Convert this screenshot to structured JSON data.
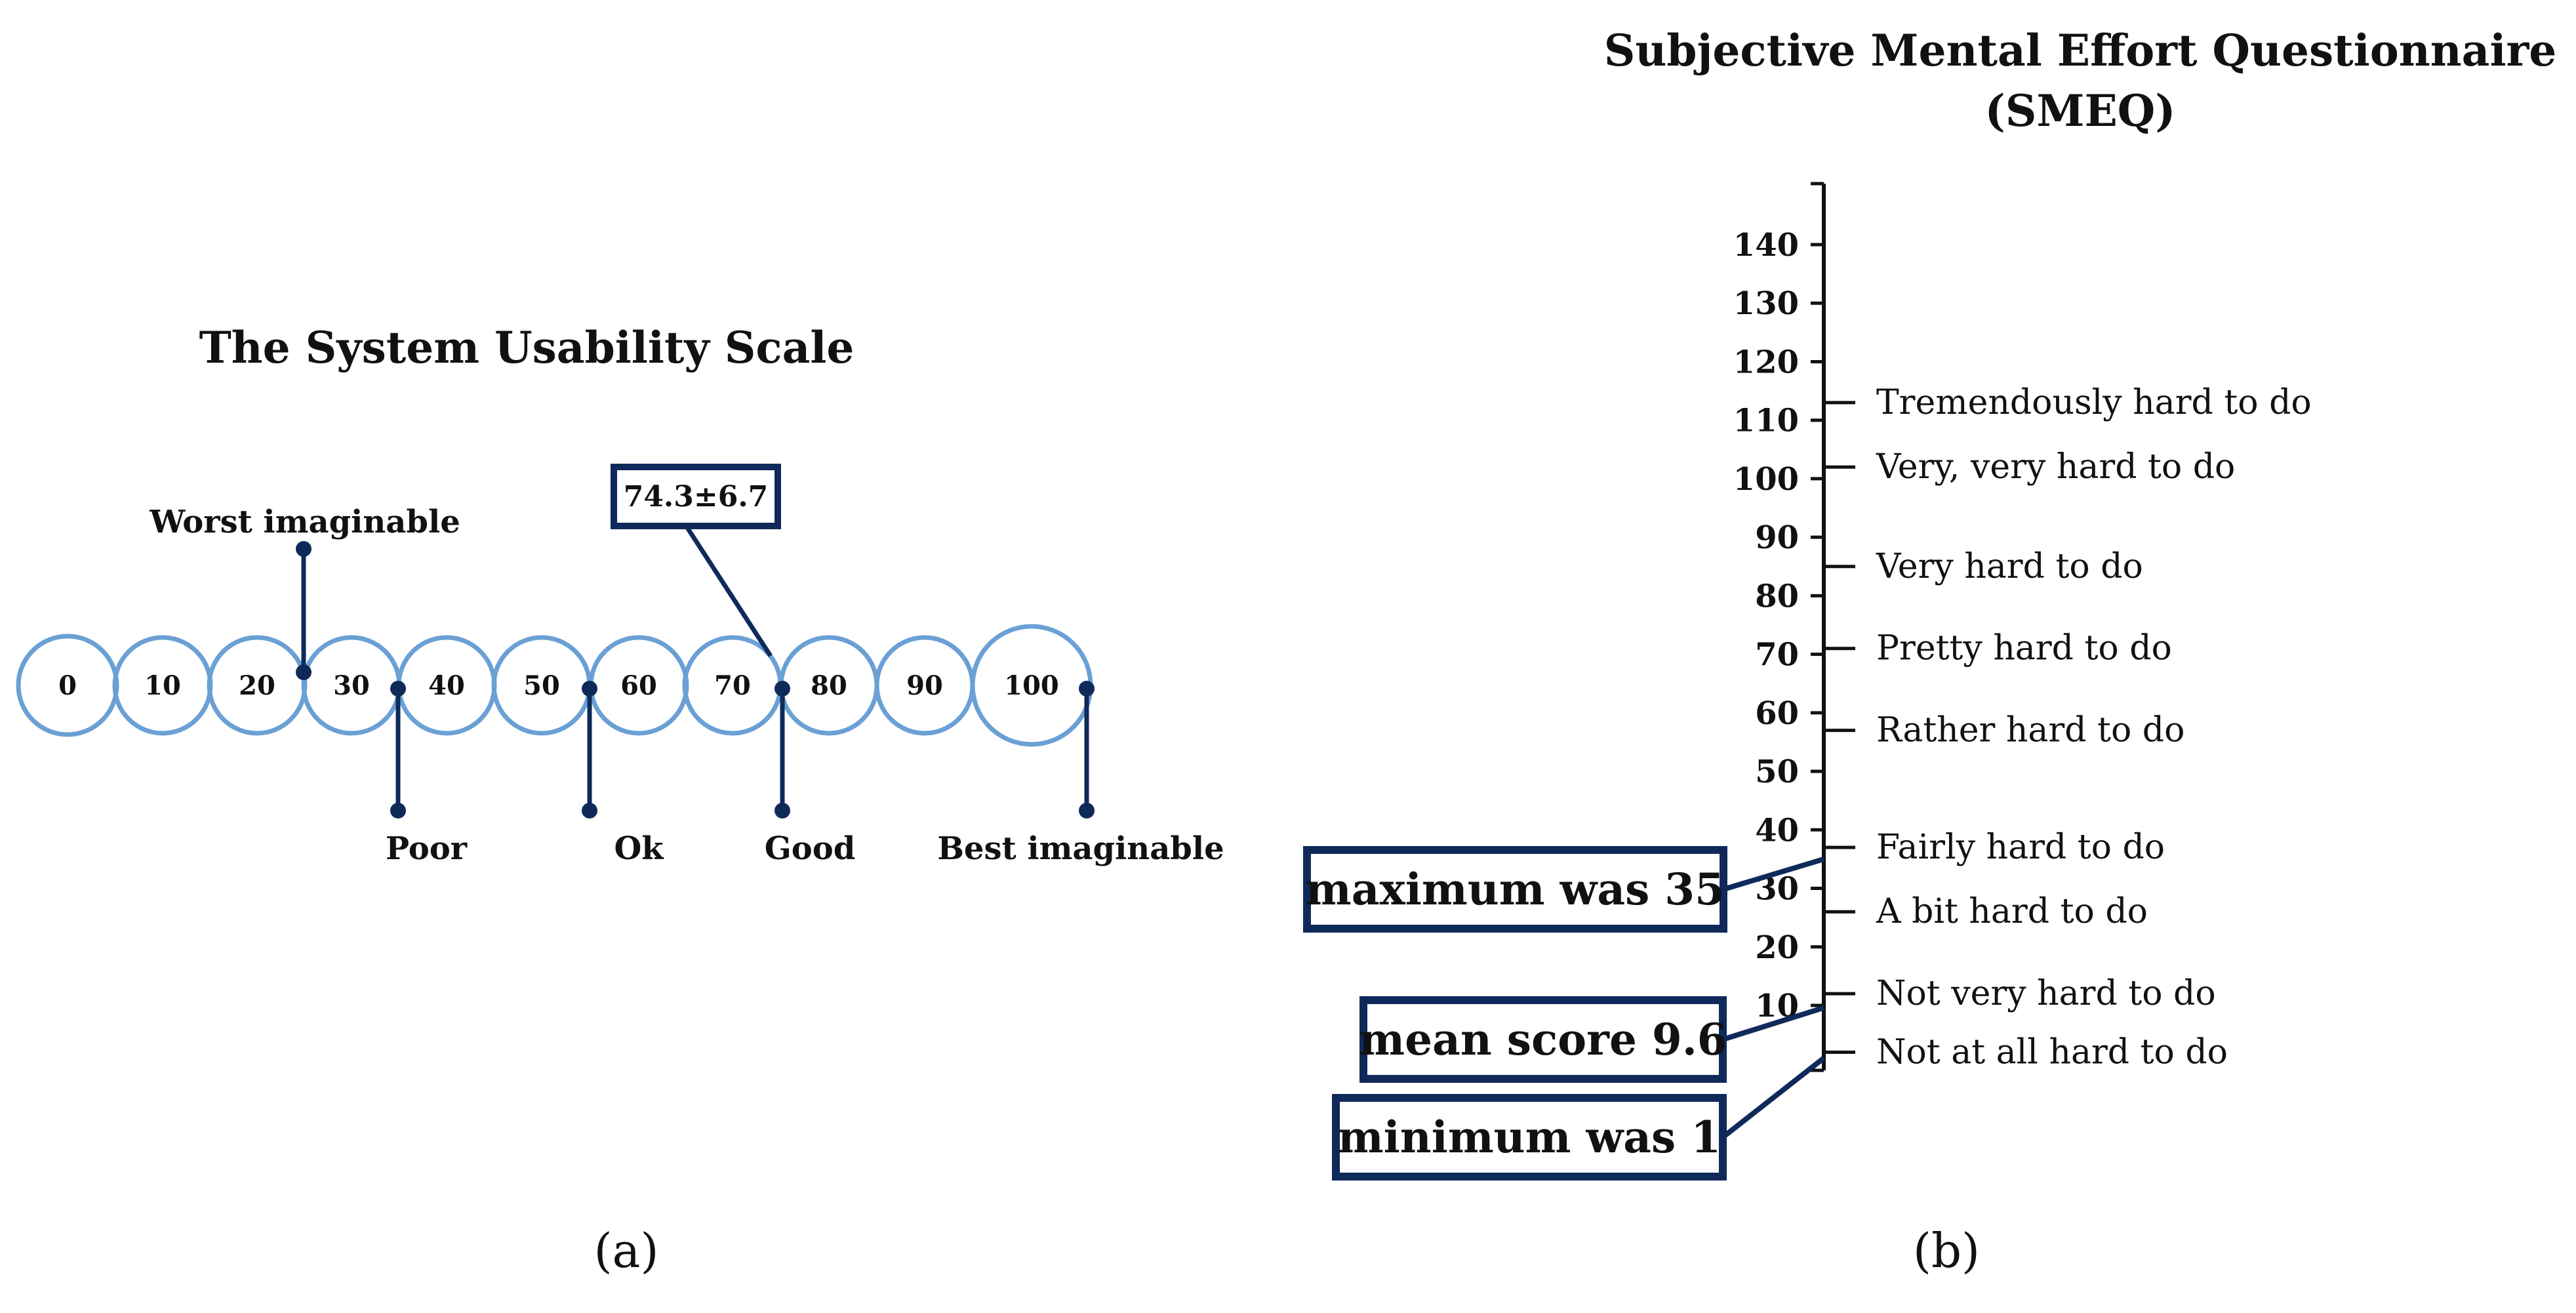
{
  "panel_a": {
    "title": "The System Usability Scale",
    "scale_values": [
      "0",
      "10",
      "20",
      "30",
      "40",
      "50",
      "60",
      "70",
      "80",
      "90",
      "100"
    ],
    "markers": [
      {
        "label": "Worst imaginable",
        "value": 25.0
      },
      {
        "label": "Poor",
        "value": 35.0
      },
      {
        "label": "Ok",
        "value": 55.0
      },
      {
        "label": "Good",
        "value": 75.0
      },
      {
        "label": "Best imaginable",
        "value": 100.0
      }
    ],
    "result": {
      "label": "74.3±6.7",
      "value": 74.3
    },
    "colors": {
      "circle": "#6aa0d4",
      "marker": "#0f2a5a"
    },
    "panel_label": "(a)"
  },
  "panel_b": {
    "title_line1": "Subjective Mental Effort Questionnaire",
    "title_line2": "(SMEQ)",
    "scale_ticks": [
      "10",
      "20",
      "30",
      "40",
      "50",
      "60",
      "70",
      "80",
      "90",
      "100",
      "110",
      "120",
      "130",
      "140"
    ],
    "tick_values": [
      10,
      20,
      30,
      40,
      50,
      60,
      70,
      80,
      90,
      100,
      110,
      120,
      130,
      140
    ],
    "axis_range": [
      -1,
      150
    ],
    "descriptors": [
      {
        "label": "Tremendously hard to do",
        "value": 113
      },
      {
        "label": "Very, very hard to do",
        "value": 102
      },
      {
        "label": "Very hard to do",
        "value": 85
      },
      {
        "label": "Pretty hard to do",
        "value": 71
      },
      {
        "label": "Rather hard to do",
        "value": 57
      },
      {
        "label": "Fairly hard to do",
        "value": 37
      },
      {
        "label": "A bit hard to do",
        "value": 26
      },
      {
        "label": "Not very hard to do",
        "value": 12
      },
      {
        "label": "Not at all hard to do",
        "value": 2
      }
    ],
    "callouts": [
      {
        "label": "maximum was 35",
        "value": 35
      },
      {
        "label": "mean score 9.6",
        "value": 9.6
      },
      {
        "label": "minimum was 1",
        "value": 1
      }
    ],
    "colors": {
      "axis": "#111111",
      "box": "#0f2a5a"
    },
    "panel_label": "(b)"
  }
}
